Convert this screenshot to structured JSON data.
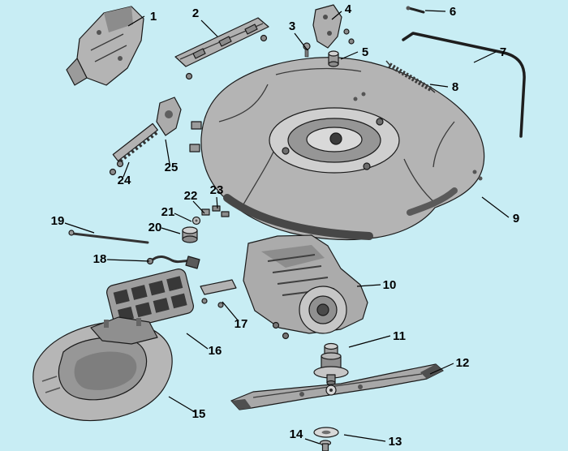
{
  "diagram": {
    "diagram_type": "exploded-parts-diagram",
    "callout_count": 25,
    "colors": {
      "background": "#c8edf4",
      "line": "#1a1a1a",
      "part_light": "#cfcfcf",
      "part_mid": "#a8a8a8",
      "part_dark": "#4a4a4a"
    }
  },
  "parts": [
    "1",
    "2",
    "3",
    "4",
    "5",
    "6",
    "7",
    "8",
    "9",
    "10",
    "11",
    "12",
    "13",
    "14",
    "15",
    "16",
    "17",
    "18",
    "19",
    "20",
    "21",
    "22",
    "23",
    "24",
    "25"
  ]
}
